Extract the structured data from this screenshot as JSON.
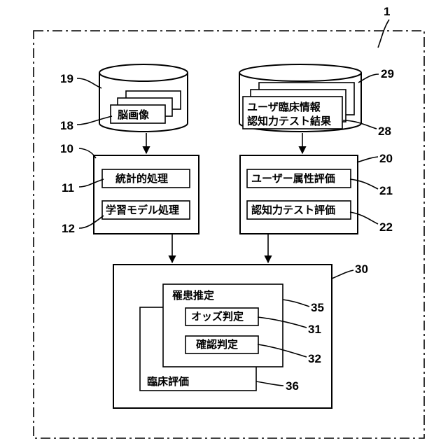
{
  "system_ref": "1",
  "brain_db": {
    "ref": "19",
    "image_ref": "18",
    "image_label": "脳画像"
  },
  "user_db": {
    "ref": "29",
    "info_ref": "28",
    "info_line1": "ユーザ臨床情報",
    "info_line2": "認知力テスト結果"
  },
  "module_10": {
    "ref": "10",
    "items": [
      {
        "ref": "11",
        "label": "統計的処理"
      },
      {
        "ref": "12",
        "label": "学習モデル処理"
      }
    ]
  },
  "module_20": {
    "ref": "20",
    "items": [
      {
        "ref": "21",
        "label": "ユーザー属性評価"
      },
      {
        "ref": "22",
        "label": "認知力テスト評価"
      }
    ]
  },
  "module_30": {
    "ref": "30",
    "clinical": {
      "ref": "36",
      "label": "臨床評価"
    },
    "estimation": {
      "ref": "35",
      "label": "罹患推定",
      "items": [
        {
          "ref": "31",
          "label": "オッズ判定"
        },
        {
          "ref": "32",
          "label": "確認判定"
        }
      ]
    }
  }
}
